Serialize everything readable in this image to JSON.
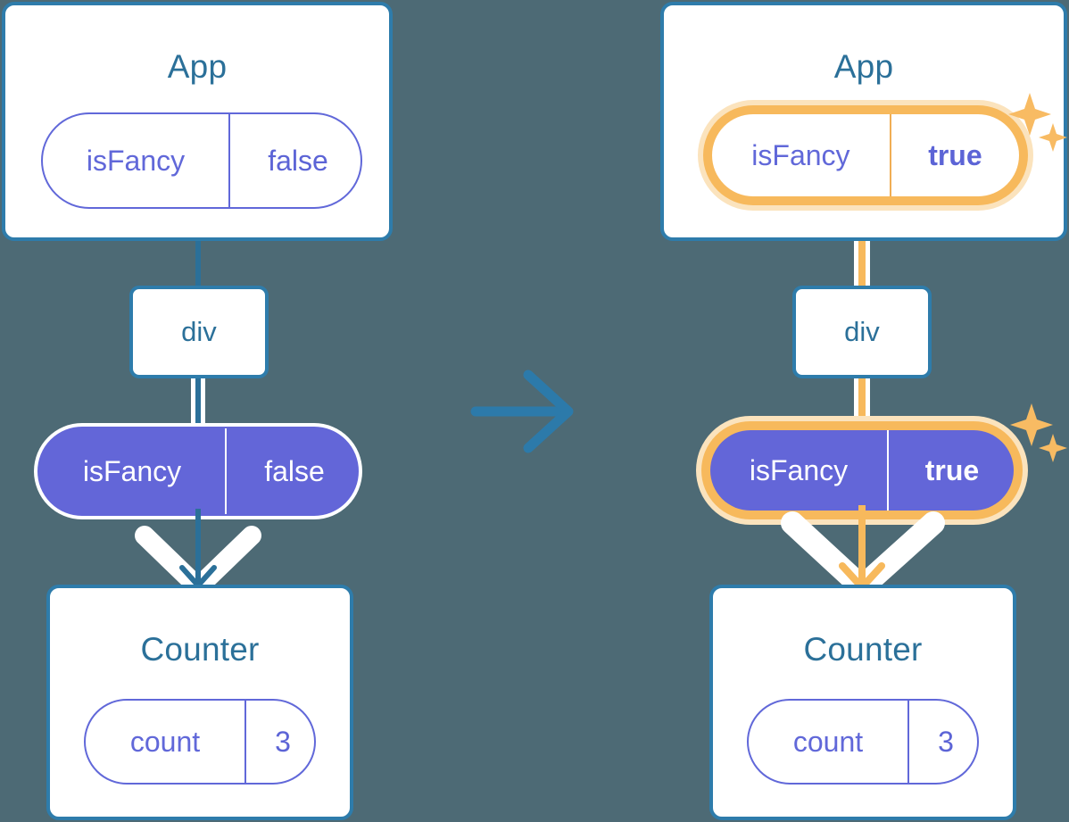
{
  "theme": {
    "background": "#4d6a75",
    "card_border": "#2e7cab",
    "title_text": "#2b7099",
    "purple_line": "#6168d9",
    "purple_fill": "#6366d8",
    "highlight_orange": "#f7b95c",
    "highlight_glow": "#fbe3bd",
    "arrow_blue": "#2b7099",
    "arrow_white": "#ffffff",
    "line_pale_blue": "#ccd9f0",
    "line_pale_orange": "#fceedb"
  },
  "diagram": {
    "type": "state-propagation-before-after",
    "transition_icon": "right-arrow-icon"
  },
  "before": {
    "app_card": {
      "title": "App",
      "state_pill": {
        "key": "isFancy",
        "value": "false",
        "highlighted": false,
        "filled": false
      }
    },
    "div_node": {
      "label": "div"
    },
    "prop_pill": {
      "key": "isFancy",
      "value": "false",
      "highlighted": false,
      "filled": true
    },
    "counter_card": {
      "title": "Counter",
      "state_pill": {
        "key": "count",
        "value": "3",
        "highlighted": false,
        "filled": false
      }
    }
  },
  "after": {
    "app_card": {
      "title": "App",
      "state_pill": {
        "key": "isFancy",
        "value": "true",
        "highlighted": true,
        "filled": false
      }
    },
    "div_node": {
      "label": "div"
    },
    "prop_pill": {
      "key": "isFancy",
      "value": "true",
      "highlighted": true,
      "filled": true
    },
    "counter_card": {
      "title": "Counter",
      "state_pill": {
        "key": "count",
        "value": "3",
        "highlighted": false,
        "filled": false
      }
    },
    "sparkles": [
      {
        "name": "sparkle-large-top"
      },
      {
        "name": "sparkle-small-top"
      },
      {
        "name": "sparkle-large-mid"
      },
      {
        "name": "sparkle-small-mid"
      }
    ]
  }
}
